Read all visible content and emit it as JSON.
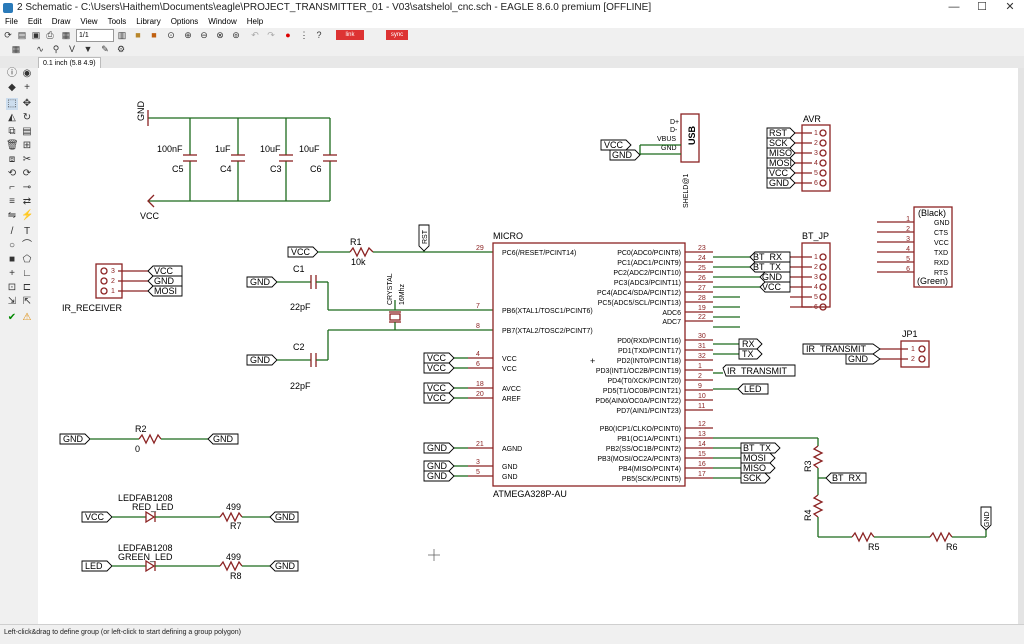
{
  "window": {
    "title": "2 Schematic - C:\\Users\\Haithem\\Documents\\eagle\\PROJECT_TRANSMITTER_01 - V03\\satshelol_cnc.sch - EAGLE 8.6.0 premium [OFFLINE]",
    "min": "—",
    "max": "☐",
    "close": "✕"
  },
  "menu": [
    "File",
    "Edit",
    "Draw",
    "View",
    "Tools",
    "Library",
    "Options",
    "Window",
    "Help"
  ],
  "toolbar": {
    "sheet_combo": "1/1",
    "coord_tab": "0.1 inch (5.8 4.9)"
  },
  "status": {
    "text": "Left-click&drag to define group (or left-click to start defining a group polygon)"
  },
  "schematic": {
    "gnd": "GND",
    "vcc": "VCC",
    "rst": "RST",
    "usb": "USB",
    "c5": {
      "val": "100nF",
      "name": "C5"
    },
    "c4": {
      "val": "1uF",
      "name": "C4"
    },
    "c3": {
      "val": "10uF",
      "name": "C3"
    },
    "c6": {
      "val": "10uF",
      "name": "C6"
    },
    "usb_pins": [
      "D+",
      "D-",
      "VBUS",
      "GND"
    ],
    "usb_shield": "SHELD@1",
    "avr": {
      "title": "AVR",
      "labels": [
        "RST",
        "SCK",
        "MISO",
        "MOSI",
        "VCC",
        "GND"
      ],
      "pins": [
        "1",
        "2",
        "3",
        "4",
        "5",
        "6"
      ]
    },
    "r1": {
      "name": "R1",
      "val": "10k"
    },
    "c1": {
      "name": "C1",
      "val": "22pF"
    },
    "c2": {
      "name": "C2",
      "val": "22pF"
    },
    "crystal": {
      "name": "CRYSTAL",
      "val": "16Mhz"
    },
    "ir_receiver": {
      "name": "IR_RECEIVER",
      "labels": [
        "VCC",
        "GND",
        "MOSI"
      ],
      "pins": [
        "3",
        "2",
        "1"
      ]
    },
    "micro": {
      "name": "MICRO",
      "part": "ATMEGA328P-AU",
      "left_pins": [
        {
          "num": "29",
          "name": "PC6(/RESET/PCINT14)"
        },
        {
          "num": "7",
          "name": "PB6(XTAL1/TOSC1/PCINT6)"
        },
        {
          "num": "8",
          "name": "PB7(XTAL2/TOSC2/PCINT7)"
        },
        {
          "num": "4",
          "name": "VCC"
        },
        {
          "num": "6",
          "name": "VCC"
        },
        {
          "num": "18",
          "name": "AVCC"
        },
        {
          "num": "20",
          "name": "AREF"
        },
        {
          "num": "21",
          "name": "AGND"
        },
        {
          "num": "3",
          "name": "GND"
        },
        {
          "num": "5",
          "name": "GND"
        }
      ],
      "right_pins": [
        {
          "num": "23",
          "name": "PC0(ADC0/PCINT8)"
        },
        {
          "num": "24",
          "name": "PC1(ADC1/PCINT9)"
        },
        {
          "num": "25",
          "name": "PC2(ADC2/PCINT10)"
        },
        {
          "num": "26",
          "name": "PC3(ADC3/PCINT11)"
        },
        {
          "num": "27",
          "name": "PC4(ADC4/SDA/PCINT12)"
        },
        {
          "num": "28",
          "name": "PC5(ADC5/SCL/PCINT13)"
        },
        {
          "num": "19",
          "name": "ADC6"
        },
        {
          "num": "22",
          "name": "ADC7"
        },
        {
          "num": "30",
          "name": "PD0(RXD/PCINT16)"
        },
        {
          "num": "31",
          "name": "PD1(TXD/PCINT17)"
        },
        {
          "num": "32",
          "name": "PD2(INT0/PCINT18)"
        },
        {
          "num": "1",
          "name": "PD3(INT1/OC2B/PCINT19)"
        },
        {
          "num": "2",
          "name": "PD4(T0/XCK/PCINT20)"
        },
        {
          "num": "9",
          "name": "PD5(T1/OC0B/PCINT21)"
        },
        {
          "num": "10",
          "name": "PD6(AIN0/OC0A/PCINT22)"
        },
        {
          "num": "11",
          "name": "PD7(AIN1/PCINT23)"
        },
        {
          "num": "12",
          "name": "PB0(ICP1/CLKO/PCINT0)"
        },
        {
          "num": "13",
          "name": "PB1(OC1A/PCINT1)"
        },
        {
          "num": "14",
          "name": "PB2(SS/OC1B/PCINT2)"
        },
        {
          "num": "15",
          "name": "PB3(MOSI/OC2A/PCINT3)"
        },
        {
          "num": "16",
          "name": "PB4(MISO/PCINT4)"
        },
        {
          "num": "17",
          "name": "PB5(SCK/PCINT5)"
        }
      ]
    },
    "right_labels": {
      "bt_rx": "BT_RX",
      "bt_tx": "BT_TX",
      "rx": "RX",
      "tx": "TX",
      "ir_transmit": "IR_TRANSMIT",
      "led": "LED",
      "mosi": "MOSI",
      "miso": "MISO",
      "sck": "SCK"
    },
    "bt_jp": {
      "title": "BT_JP",
      "labels": [
        "BT_RX",
        "BT_TX",
        "GND",
        "VCC"
      ],
      "pins": [
        "1",
        "2",
        "3",
        "4",
        "5",
        "6"
      ]
    },
    "ftdi": {
      "top": "(Black)",
      "bottom": "(Green)",
      "pins": [
        "GND",
        "CTS",
        "VCC",
        "TXD",
        "RXD",
        "RTS"
      ],
      "nums": [
        "1",
        "2",
        "3",
        "4",
        "5",
        "6"
      ]
    },
    "jp1": {
      "title": "JP1",
      "labels": [
        "IR_TRANSMIT",
        "GND"
      ],
      "pins": [
        "1",
        "2"
      ]
    },
    "r2": {
      "name": "R2",
      "val": "0"
    },
    "red_led": {
      "pkg": "LEDFAB1208",
      "name": "RED_LED",
      "r": "R7",
      "rval": "499"
    },
    "green_led": {
      "pkg": "LEDFAB1208",
      "name": "GREEN_LED",
      "r": "R8",
      "rval": "499"
    },
    "led_label": "LED",
    "r3": "R3",
    "r4": "R4",
    "r5": "R5",
    "r6": "R6"
  }
}
